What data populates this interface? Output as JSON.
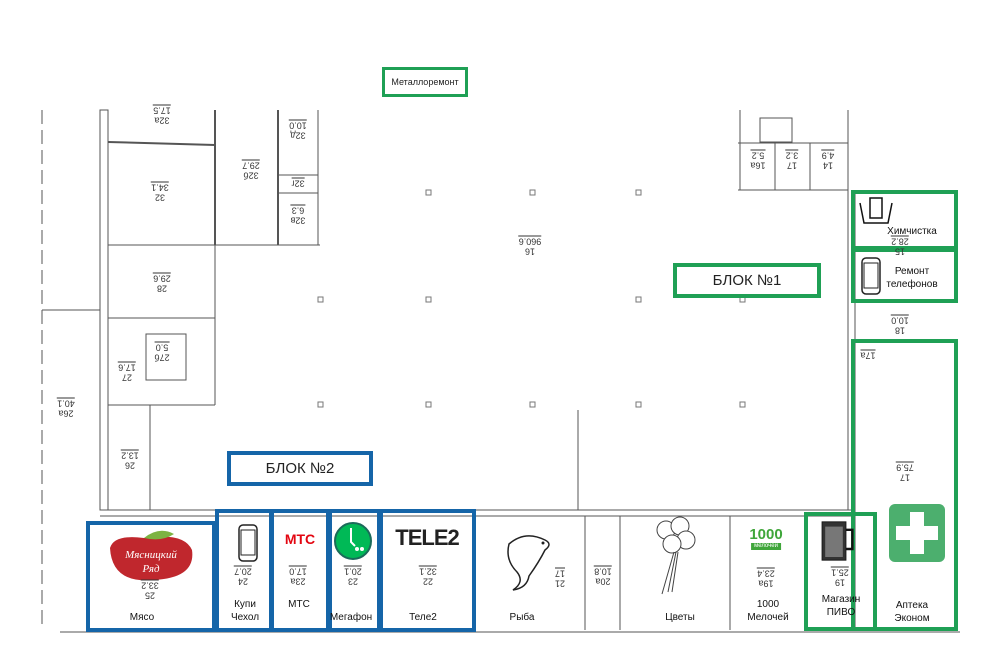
{
  "top_label": "Металлоремонт",
  "blocks": {
    "block1": "БЛОК №1",
    "block2": "БЛОК №2"
  },
  "shops": {
    "myaso": "Мясо",
    "kupi_chehol": [
      "Купи",
      "Чехол"
    ],
    "mts": "МТС",
    "megafon": "Мегафон",
    "tele2": "Теле2",
    "ryba": "Рыба",
    "cvety": "Цветы",
    "melochey": [
      "1000",
      "Мелочей"
    ],
    "pivo": [
      "Магазин",
      "ПИВО"
    ],
    "apteka": [
      "Аптека",
      "Эконом"
    ],
    "himchistka": "Химчистка",
    "remont": [
      "Ремонт",
      "телефонов"
    ]
  },
  "logos": {
    "myaso": "Мясницкий Ряд",
    "mts": "МТС",
    "tele2": "TELE2",
    "melochey": "1000",
    "melochey_sub": "мелочей"
  },
  "rooms": [
    {
      "n": "32а",
      "a": "17.5"
    },
    {
      "n": "32д",
      "a": "10.0"
    },
    {
      "n": "32б",
      "a": "29.7"
    },
    {
      "n": "32г",
      "a": ""
    },
    {
      "n": "32",
      "a": "34.1"
    },
    {
      "n": "32в",
      "a": "6.3"
    },
    {
      "n": "16",
      "a": "960.6"
    },
    {
      "n": "28",
      "a": "29.6"
    },
    {
      "n": "27б",
      "a": "5.0"
    },
    {
      "n": "27",
      "a": "17.6"
    },
    {
      "n": "26а",
      "a": "40.1"
    },
    {
      "n": "26",
      "a": "13.2"
    },
    {
      "n": "16а",
      "a": "5.2"
    },
    {
      "n": "17",
      "a": "3.2"
    },
    {
      "n": "14",
      "a": "4.9"
    },
    {
      "n": "15",
      "a": "28.2"
    },
    {
      "n": "18",
      "a": "10.0"
    },
    {
      "n": "17а",
      "a": ""
    },
    {
      "n": "17",
      "a": "75.9"
    },
    {
      "n": "25",
      "a": "33.2"
    },
    {
      "n": "24",
      "a": "20.7"
    },
    {
      "n": "23а",
      "a": "17.0"
    },
    {
      "n": "23",
      "a": "20.1"
    },
    {
      "n": "22",
      "a": "32.1"
    },
    {
      "n": "21",
      "a": "17"
    },
    {
      "n": "20а",
      "a": "10.8"
    },
    {
      "n": "19а",
      "a": "23.4"
    },
    {
      "n": "19",
      "a": "25.1"
    }
  ],
  "colors": {
    "green": "#1fa055",
    "blue": "#1565a8",
    "mts_red": "#e30611",
    "megafon_green": "#00b956"
  }
}
